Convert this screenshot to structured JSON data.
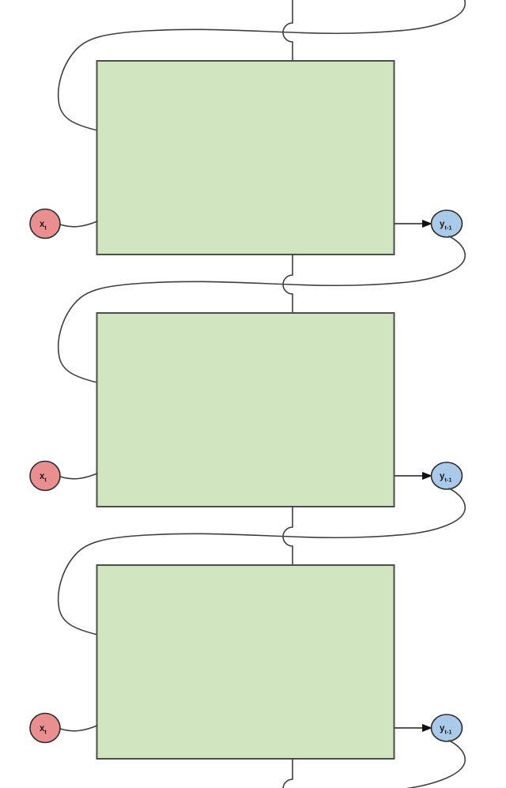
{
  "diagram": {
    "title": "unrolled-recurrent-cell-chain",
    "unit_count": 3,
    "colors": {
      "background": "#ffffff",
      "cell_fill": "#d1e5c1",
      "cell_border": "#4d4d4d",
      "input_fill": "#e98f90",
      "output_fill": "#a9cbe9",
      "node_border": "#2b2b2b",
      "line": "#3f3f3f",
      "arrowhead": "#111111",
      "label": "#1a1a1a"
    },
    "units": [
      {
        "input": {
          "base": "x",
          "subscript": "t"
        },
        "output": {
          "base": "y",
          "subscript": "t-1"
        }
      },
      {
        "input": {
          "base": "x",
          "subscript": "t"
        },
        "output": {
          "base": "y",
          "subscript": "t-1"
        }
      },
      {
        "input": {
          "base": "x",
          "subscript": "t"
        },
        "output": {
          "base": "y",
          "subscript": "t-1"
        }
      }
    ]
  }
}
